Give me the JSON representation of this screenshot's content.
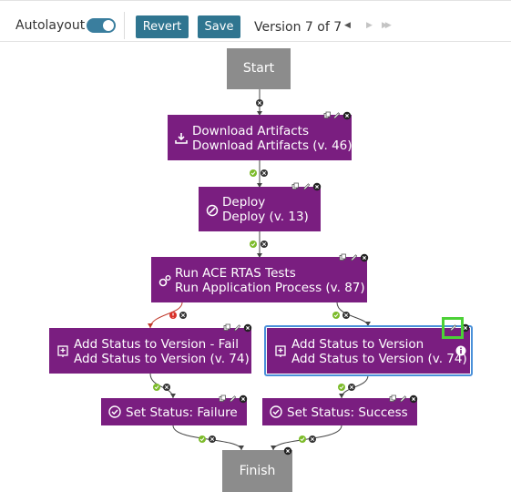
{
  "toolbar": {
    "autolayout_label": "Autolayout",
    "autolayout_on": true,
    "revert_label": "Revert",
    "save_label": "Save",
    "version_text": "Version 7 of 7"
  },
  "nodes": {
    "start": {
      "label": "Start"
    },
    "download": {
      "line1": "Download Artifacts",
      "line2": "Download Artifacts (v. 46)"
    },
    "deploy": {
      "line1": "Deploy",
      "line2": "Deploy (v. 13)"
    },
    "rtas": {
      "line1": "Run ACE RTAS Tests",
      "line2": "Run Application Process (v. 87)"
    },
    "status_fail": {
      "line1": "Add Status to Version - Fail",
      "line2": "Add Status to Version (v. 74)"
    },
    "status_ok": {
      "line1": "Add Status to Version",
      "line2": "Add Status to Version (v. 74)"
    },
    "set_failure": {
      "label": "Set Status: Failure"
    },
    "set_success": {
      "label": "Set Status: Success"
    },
    "finish": {
      "label": "Finish"
    }
  },
  "colors": {
    "step": "#7a1e80",
    "terminal": "#8c8c8c",
    "button": "#2f7590",
    "success": "#7cbb2a",
    "failure": "#d9322a"
  }
}
